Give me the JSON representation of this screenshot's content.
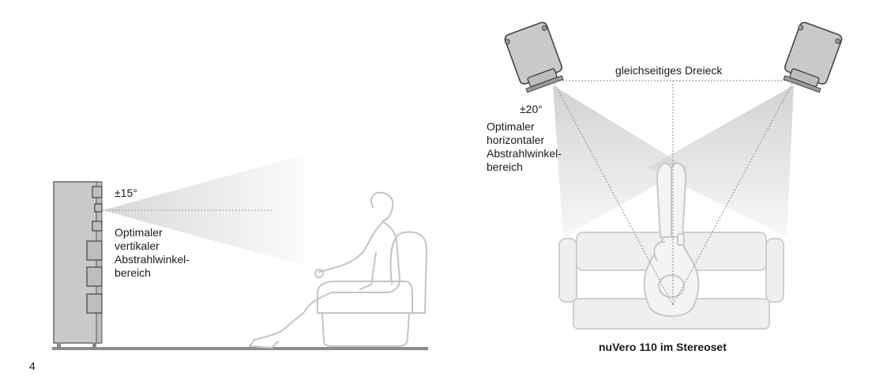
{
  "left_figure": {
    "angle": "±15°",
    "description_lines": [
      "Optimaler",
      "vertikaler",
      "Abstrahlwinkel-",
      "bereich"
    ]
  },
  "right_figure": {
    "angle": "±20°",
    "description_lines": [
      "Optimaler",
      "horizontaler",
      "Abstrahlwinkel-",
      "bereich"
    ],
    "triangle_label": "gleichseitiges Dreieck",
    "caption": "nuVero 110 im Stereoset"
  },
  "page_number": "4",
  "colors": {
    "speaker_cabinet": "#c9c9c9",
    "line_art": "#c4c4c4",
    "floor": "#8c8c8c",
    "beam": "#d9d9d9",
    "text": "#1a1a1a"
  }
}
